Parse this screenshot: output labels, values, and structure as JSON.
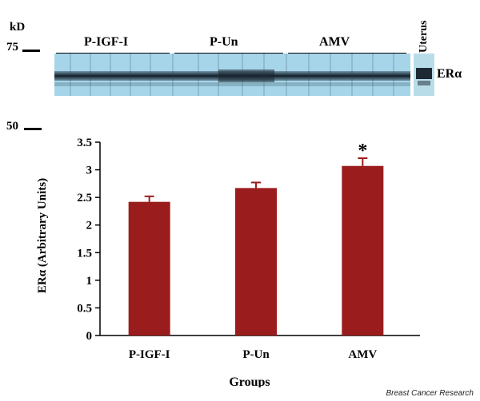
{
  "blot": {
    "kd_label": "kD",
    "marker_75": "75",
    "marker_50": "50",
    "groups": [
      "P-IGF-I",
      "P-Un",
      "AMV"
    ],
    "uterus_label": "Uterus",
    "protein_label": "ERα"
  },
  "chart_data": {
    "type": "bar",
    "categories": [
      "P-IGF-I",
      "P-Un",
      "AMV"
    ],
    "values": [
      2.42,
      2.67,
      3.07
    ],
    "errors": [
      0.1,
      0.1,
      0.14
    ],
    "significance": [
      "",
      "",
      "*"
    ],
    "xlabel": "Groups",
    "ylabel": "ERα (Arbitrary Units)",
    "ylim": [
      0,
      3.5
    ],
    "yticks": [
      "0",
      "0.5",
      "1",
      "1.5",
      "2",
      "2.5",
      "3",
      "3.5"
    ],
    "bar_color": "#9b1c1c",
    "grid": false
  },
  "footer": "Breast Cancer Research"
}
